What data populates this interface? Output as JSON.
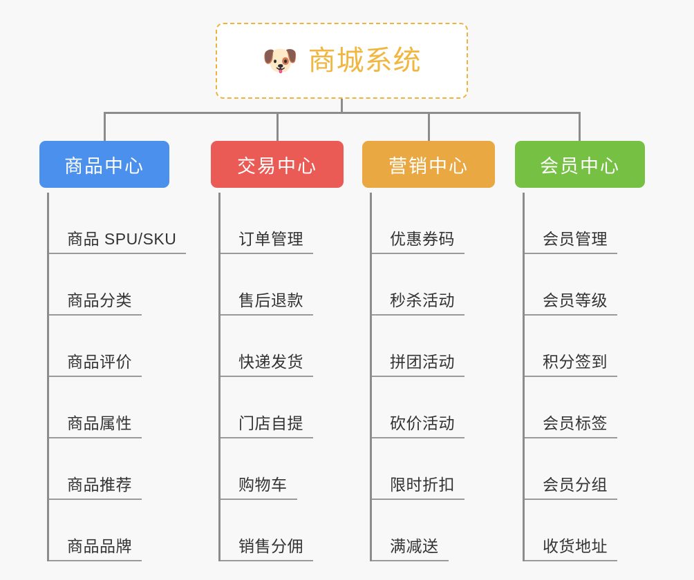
{
  "canvas": {
    "background_color": "#f8f8f8",
    "line_color": "#8c8c8c"
  },
  "root": {
    "emoji": "dog-face-emoji",
    "emoji_glyph": "🐶",
    "title": "商城系统",
    "text_color": "#f0b63f",
    "border_color": "#eeb33c",
    "background_color": "#ffffff"
  },
  "branches": [
    {
      "id": "product-center",
      "label": "商品中心",
      "color": "#4a90ec",
      "items": [
        {
          "label": "商品 SPU/SKU"
        },
        {
          "label": "商品分类"
        },
        {
          "label": "商品评价"
        },
        {
          "label": "商品属性"
        },
        {
          "label": "商品推荐"
        },
        {
          "label": "商品品牌"
        }
      ]
    },
    {
      "id": "trade-center",
      "label": "交易中心",
      "color": "#ea5b55",
      "items": [
        {
          "label": "订单管理"
        },
        {
          "label": "售后退款"
        },
        {
          "label": "快递发货"
        },
        {
          "label": "门店自提"
        },
        {
          "label": "购物车"
        },
        {
          "label": "销售分佣"
        }
      ]
    },
    {
      "id": "marketing-center",
      "label": "营销中心",
      "color": "#eaa843",
      "items": [
        {
          "label": "优惠券码"
        },
        {
          "label": "秒杀活动"
        },
        {
          "label": "拼团活动"
        },
        {
          "label": "砍价活动"
        },
        {
          "label": "限时折扣"
        },
        {
          "label": "满减送"
        }
      ]
    },
    {
      "id": "member-center",
      "label": "会员中心",
      "color": "#76c043",
      "items": [
        {
          "label": "会员管理"
        },
        {
          "label": "会员等级"
        },
        {
          "label": "积分签到"
        },
        {
          "label": "会员标签"
        },
        {
          "label": "会员分组"
        },
        {
          "label": "收货地址"
        }
      ]
    }
  ]
}
